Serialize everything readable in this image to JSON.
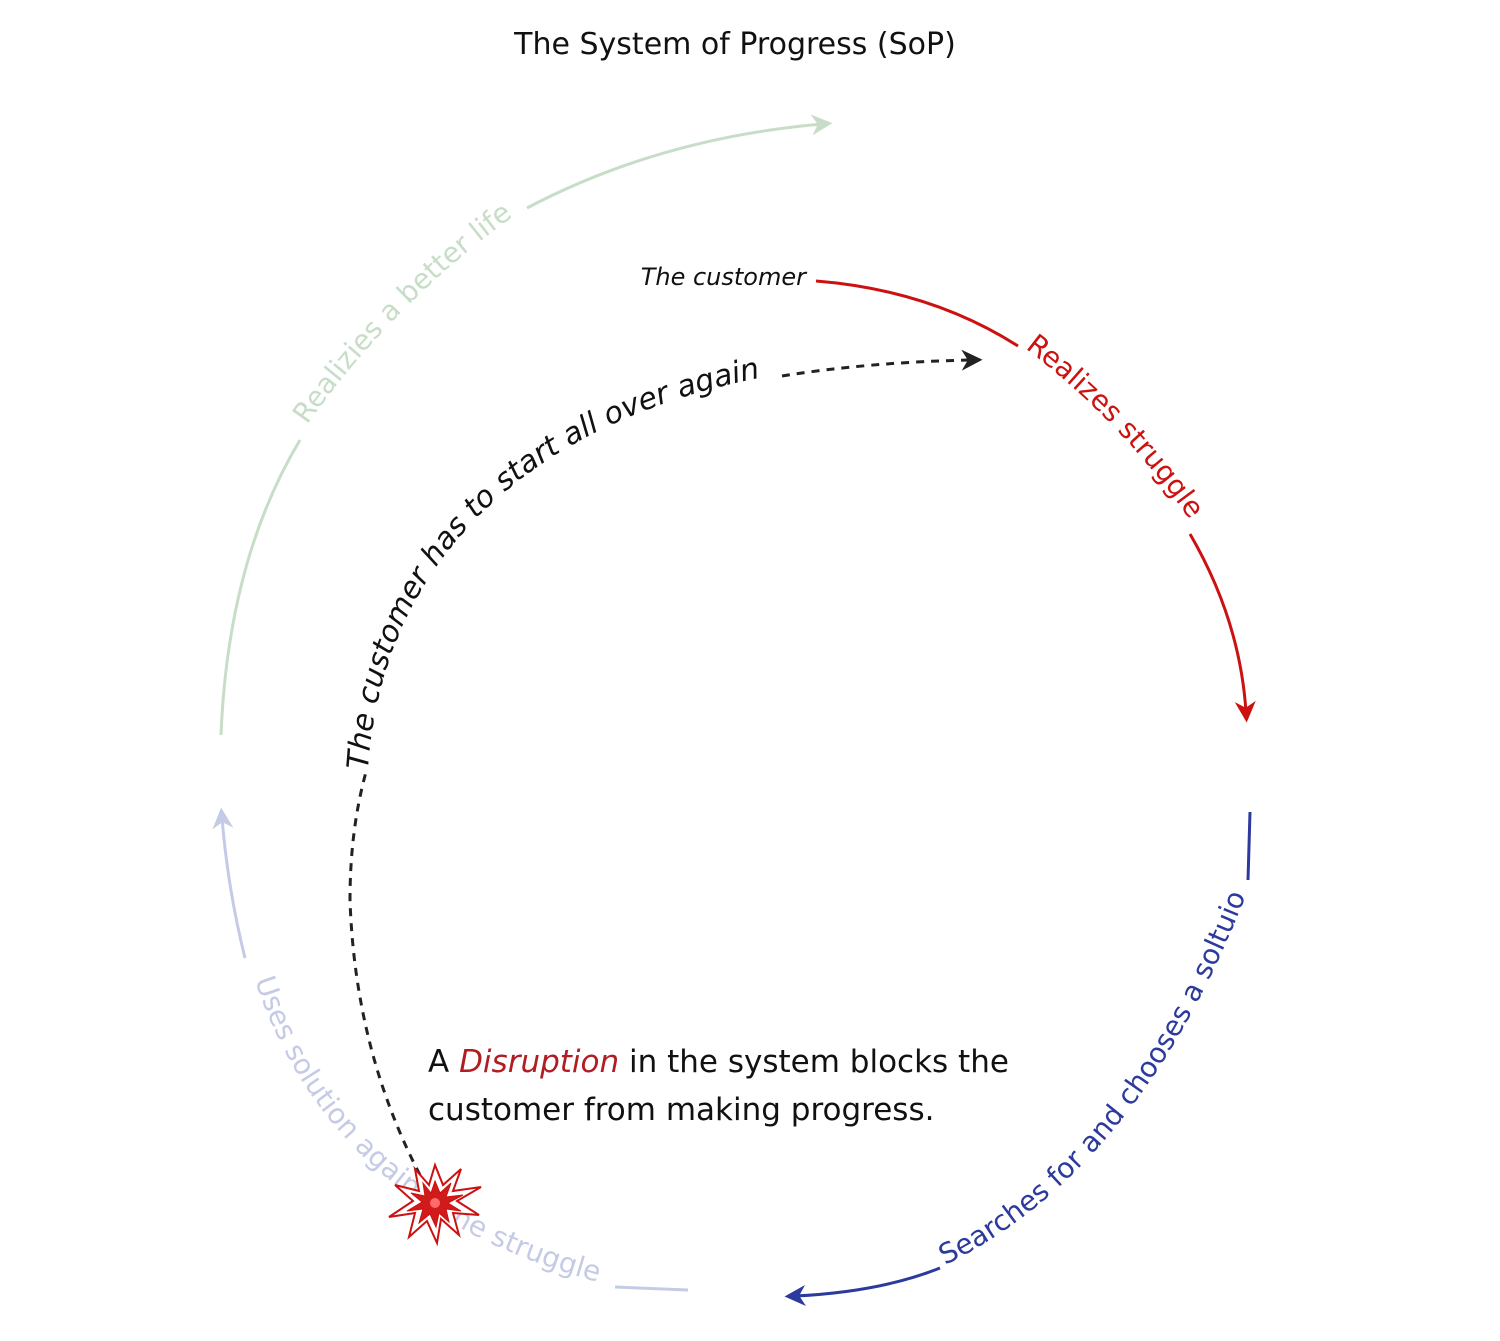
{
  "diagram": {
    "title": "The System of Progress (SoP)",
    "start_label": "The customer",
    "stages": [
      {
        "label": "Realizes struggle",
        "color": "#cc1111"
      },
      {
        "label": "Searches for and chooses a soltuion",
        "color": "#2b3a9c"
      },
      {
        "label": "Uses solution against the struggle",
        "color": "#c5cbe6"
      },
      {
        "label": "Realizies a better life",
        "color": "#c8ddc8"
      }
    ],
    "restart_label": "The customer has to start all over again",
    "disruption": {
      "line1_before": "A ",
      "emphasis": "Disruption",
      "line1_after": " in the system blocks the",
      "line2": "customer from making progress."
    }
  }
}
